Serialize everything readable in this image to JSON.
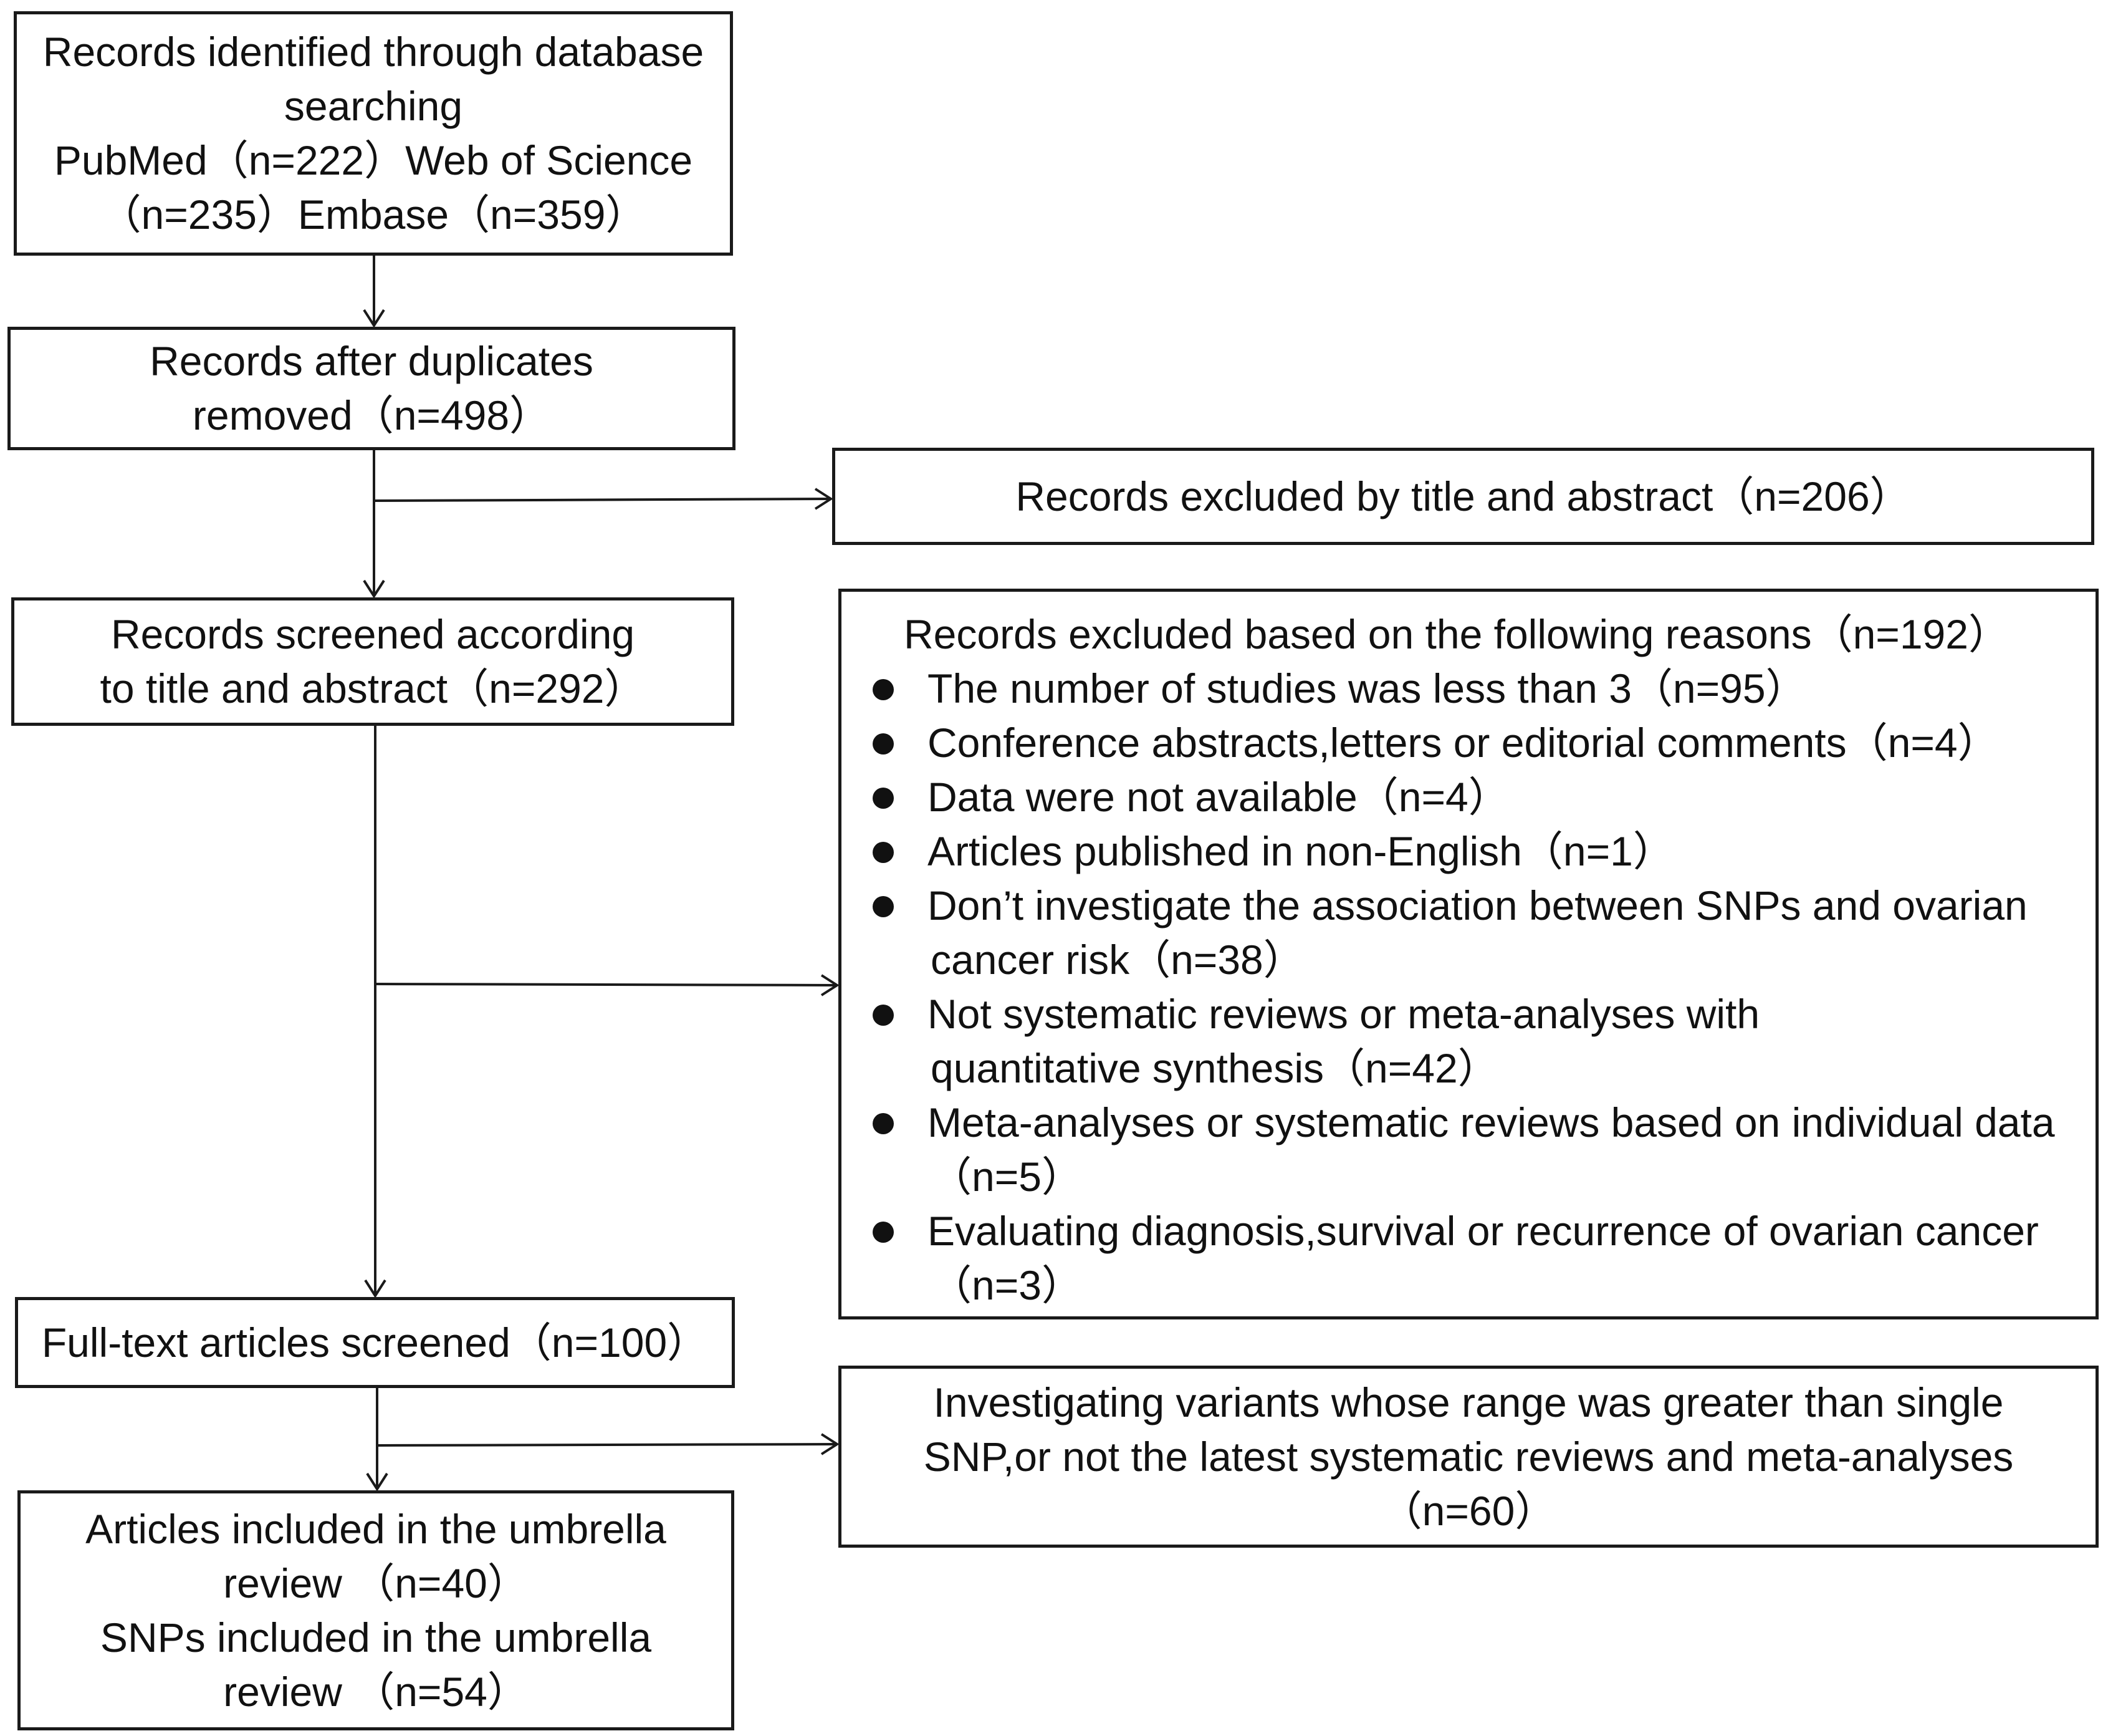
{
  "colors": {
    "stroke": "#1a1a1a",
    "text": "#111111",
    "background": "#ffffff"
  },
  "boxes": {
    "identified": {
      "lines": [
        "Records identified through database",
        "searching",
        "PubMed（n=222）Web of Science",
        "（n=235）Embase（n=359）"
      ]
    },
    "after_duplicates": {
      "lines": [
        "Records after duplicates",
        "removed（n=498）"
      ]
    },
    "excluded_title": {
      "text": "Records excluded by title and abstract（n=206）"
    },
    "screened": {
      "lines": [
        "Records screened according",
        "to title and abstract（n=292）"
      ]
    },
    "excluded_reasons": {
      "heading": "Records excluded based on the following reasons（n=192）",
      "reasons": [
        {
          "line1": "The number of studies was less than 3（n=95）",
          "line2": ""
        },
        {
          "line1": "Conference abstracts,letters or editorial comments（n=4）",
          "line2": ""
        },
        {
          "line1": "Data were not available（n=4）",
          "line2": ""
        },
        {
          "line1": "Articles published in non-English（n=1）",
          "line2": ""
        },
        {
          "line1": "Don’t investigate the association between SNPs and ovarian",
          "line2": "cancer risk（n=38）"
        },
        {
          "line1": "Not systematic reviews or meta-analyses with",
          "line2": "quantitative synthesis（n=42）"
        },
        {
          "line1": "Meta-analyses or systematic reviews based on individual data",
          "line2": "（n=5）"
        },
        {
          "line1": "Evaluating diagnosis,survival or recurrence of ovarian cancer",
          "line2": "（n=3）"
        }
      ]
    },
    "fulltext": {
      "text": "Full-text articles screened（n=100）"
    },
    "excluded_variants": {
      "lines": [
        "Investigating variants whose range was greater than single",
        "SNP,or not the latest systematic reviews and meta-analyses",
        "（n=60）"
      ]
    },
    "included": {
      "lines": [
        "Articles included in the umbrella",
        "review （n=40）",
        "SNPs included in the umbrella",
        "review （n=54）"
      ]
    }
  }
}
